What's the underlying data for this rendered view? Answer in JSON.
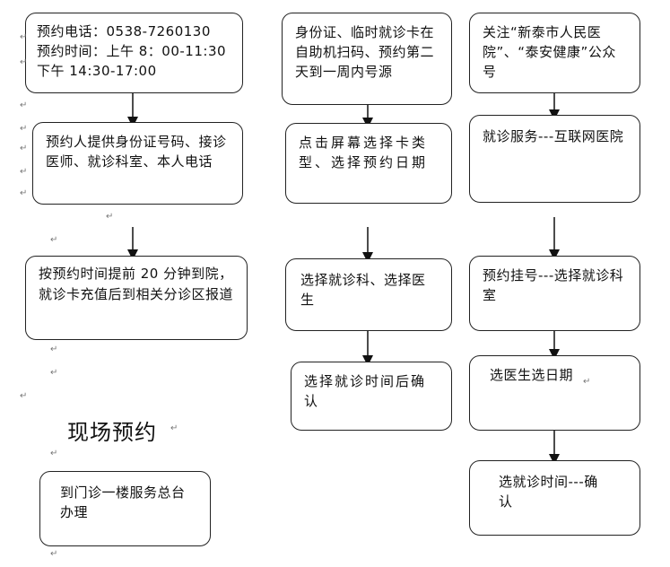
{
  "left_column": {
    "contact_box": {
      "lines": [
        "预约电话：0538-7260130",
        "预约时间：上午 8：00-11:30",
        "下午 14:30-17:00"
      ]
    },
    "info_box": {
      "text": "预约人提供身份证号码、接诊医师、就诊科室、本人电话"
    },
    "arrival_box": {
      "text": "按预约时间提前 20 分钟到院，就诊卡充值后到相关分诊区报道"
    },
    "onsite_heading": "现场预约",
    "onsite_box": {
      "text": "到门诊一楼服务总台办理"
    }
  },
  "middle_column": {
    "kiosk_box": {
      "text": "身份证、临时就诊卡在自助机扫码、预约第二天到一周内号源"
    },
    "select_type_box": {
      "text": "点击屏幕选择卡类型、选择预约日期"
    },
    "select_dept_box": {
      "text": "选择就诊科、选择医生"
    },
    "confirm_box": {
      "text": "选择就诊时间后确认"
    }
  },
  "right_column": {
    "follow_box": {
      "text": "关注“新泰市人民医院”、“泰安健康”公众号"
    },
    "service_box": {
      "text": "就诊服务---互联网医院"
    },
    "register_box": {
      "text": "预约挂号---选择就诊科室"
    },
    "doctor_date_box": {
      "text": "选医生选日期"
    },
    "time_confirm_box": {
      "text": "选就诊时间---确认"
    }
  },
  "paragraph_mark": "↵"
}
